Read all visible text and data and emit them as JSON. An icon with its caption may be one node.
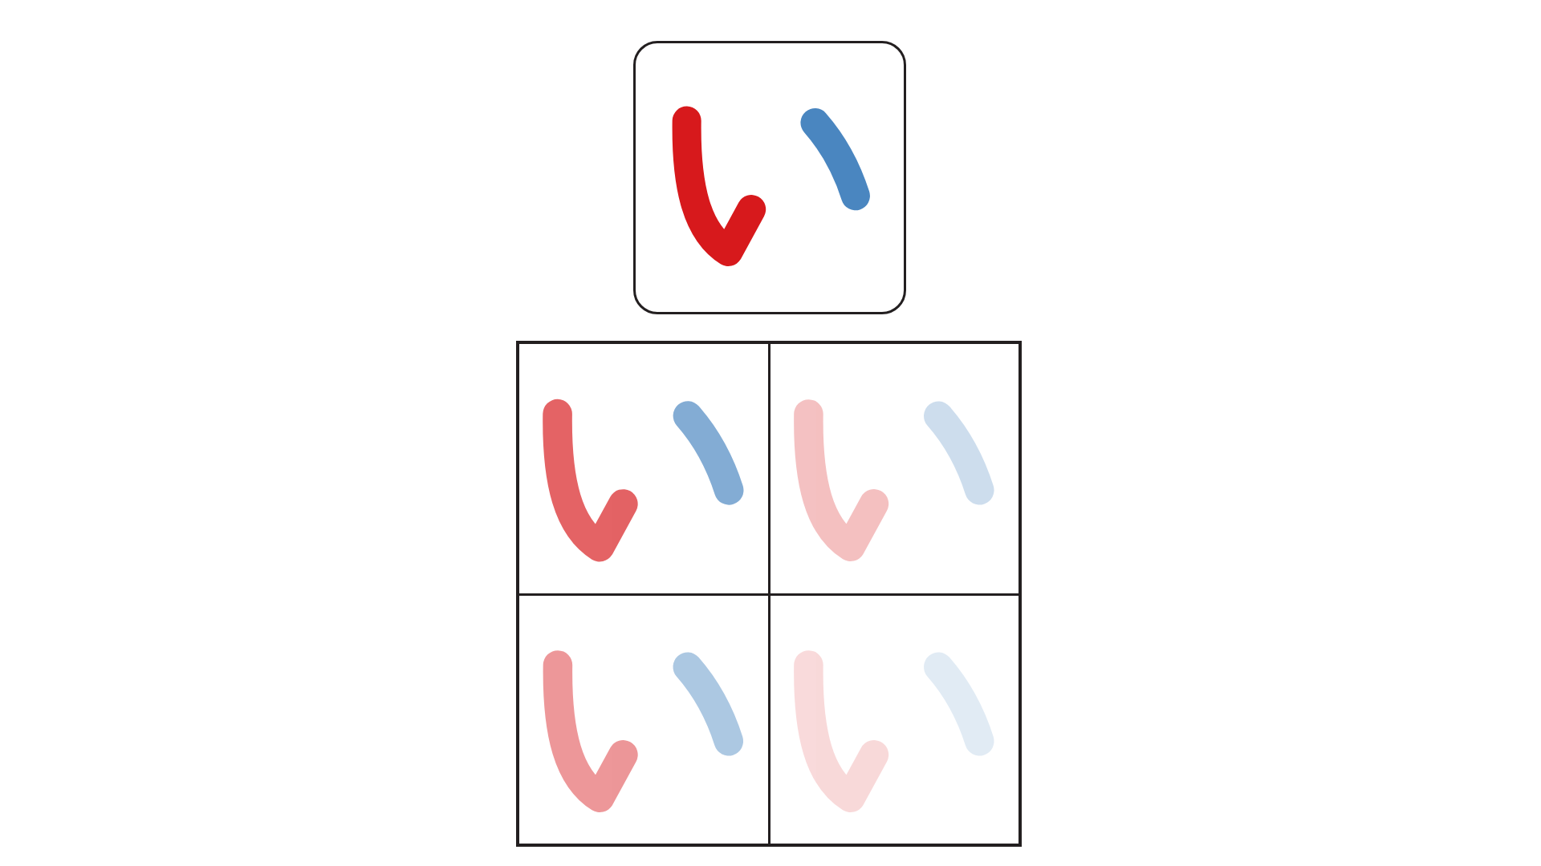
{
  "diagram": {
    "nodes": [
      {
        "text": [],
        "shape": "picture"
      },
      {
        "text": [],
        "shape": "box"
      },
      {
        "text": [],
        "shape": "picture",
        "in": 1
      },
      {
        "text": [],
        "shape": "picture",
        "in": 1
      },
      {
        "text": [],
        "shape": "picture",
        "in": 1
      },
      {
        "text": [],
        "shape": "picture",
        "in": 1
      }
    ]
  }
}
